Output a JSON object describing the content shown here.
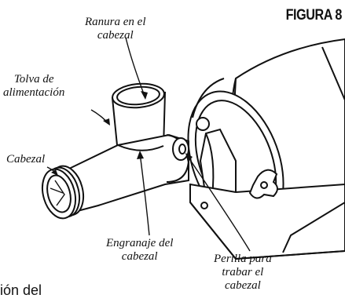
{
  "figure_title": "FIGURA 8",
  "labels": {
    "ranura": "Ranura en el\ncabezal",
    "tolva": "Tolva de\nalimentación",
    "cabezal": "Cabezal",
    "engranaje": "Engranaje del\ncabezal",
    "perilla": "Perilla para\ntrabar el\ncabezal"
  },
  "body_text_fragment": "ión del"
}
